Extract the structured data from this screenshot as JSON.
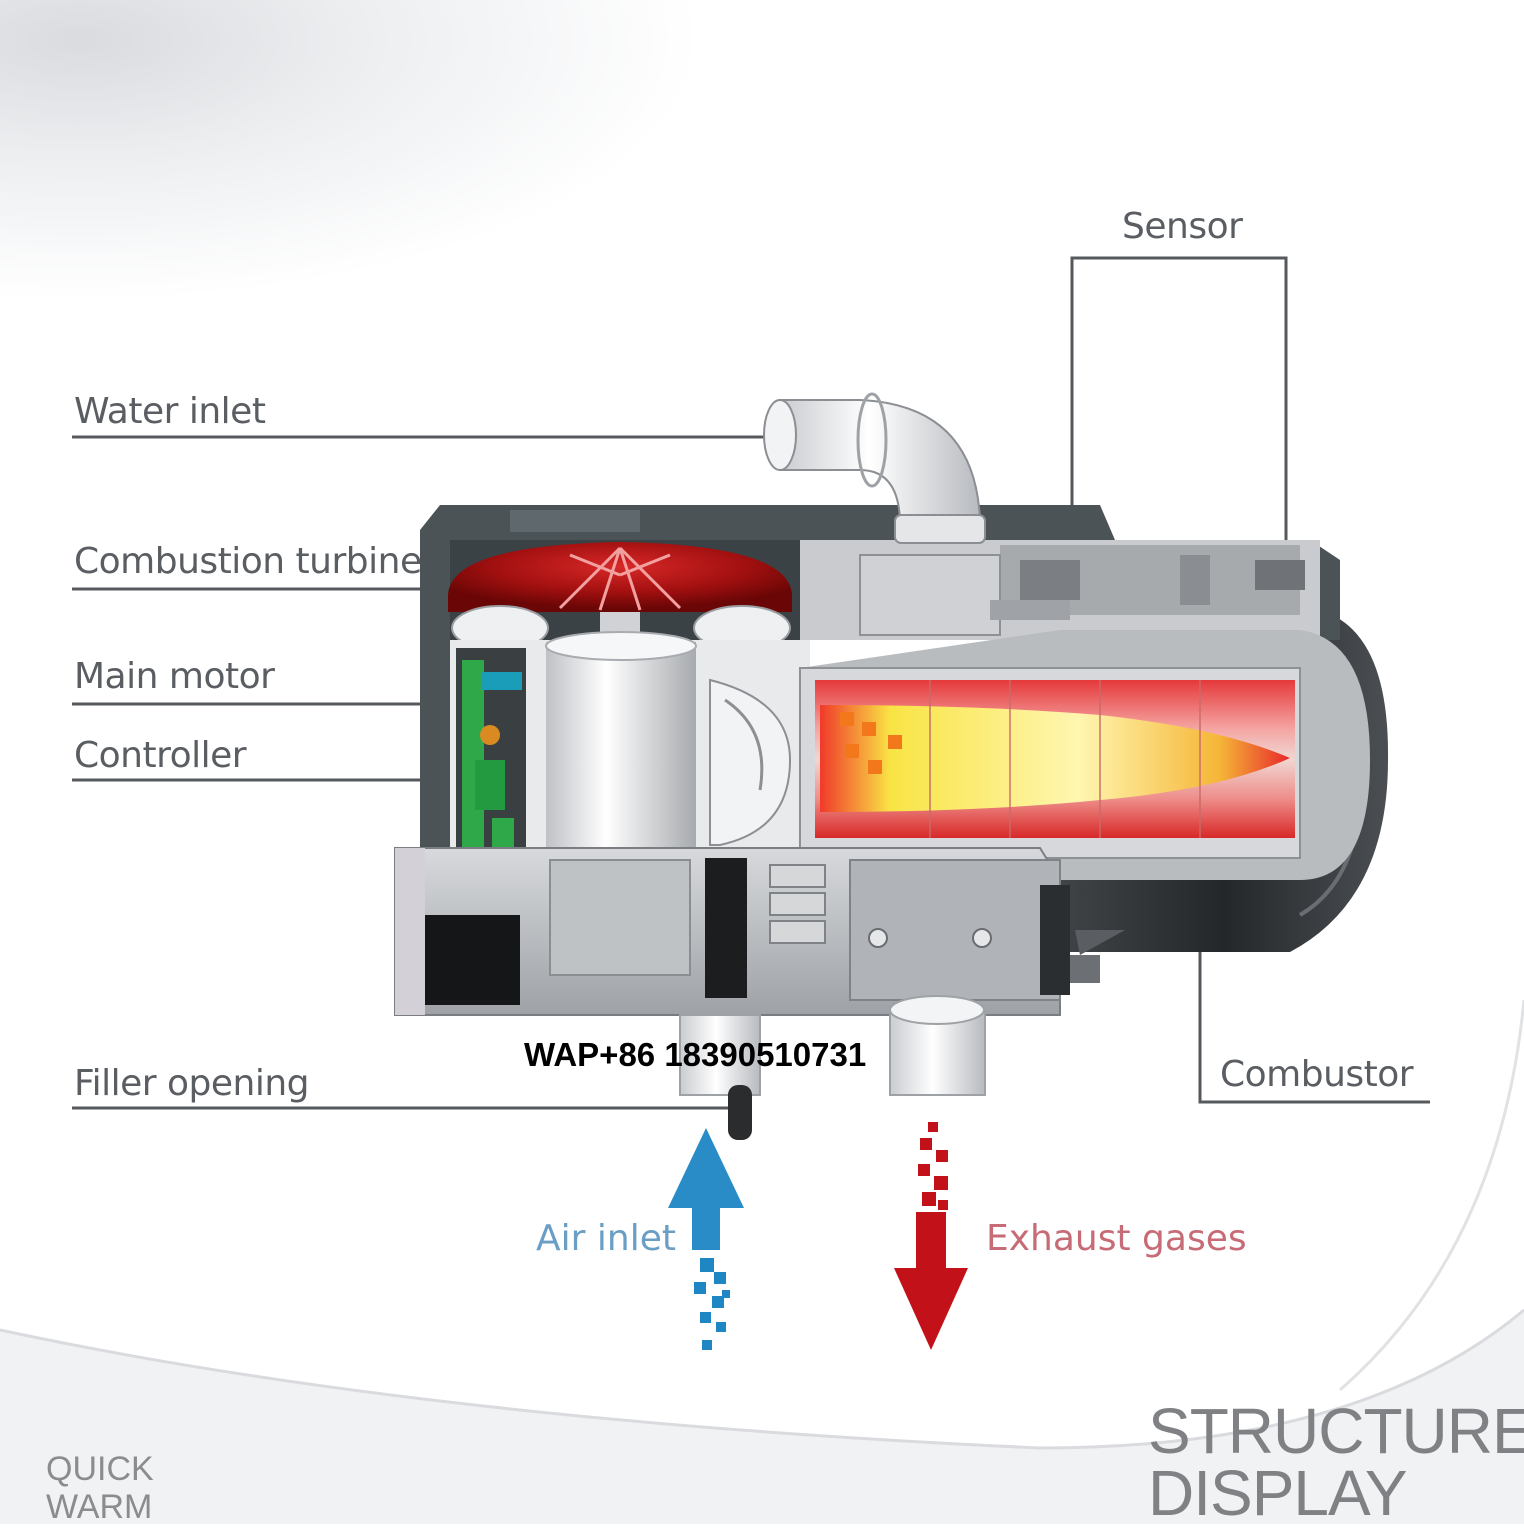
{
  "labels": {
    "sensor": "Sensor",
    "water_inlet": "Water inlet",
    "combustion_turbine": "Combustion turbine",
    "main_motor": "Main motor",
    "controller": "Controller",
    "filler_opening": "Filler opening",
    "combustor": "Combustor"
  },
  "flows": {
    "air_inlet": "Air inlet",
    "exhaust_gases": "Exhaust gases"
  },
  "contact": "WAP+86 18390510731",
  "title": {
    "line1": "STRUCTURE",
    "line2": "DISPLAY"
  },
  "corner": {
    "line1": "QUICK",
    "line2": "WARM"
  },
  "colors": {
    "air": "#1f86c4",
    "exhaust": "#c3111a",
    "flame": "#f8e84a",
    "turbine": "#8c0c0c",
    "housing": "#5b6468",
    "pcb": "#2fa84a"
  }
}
